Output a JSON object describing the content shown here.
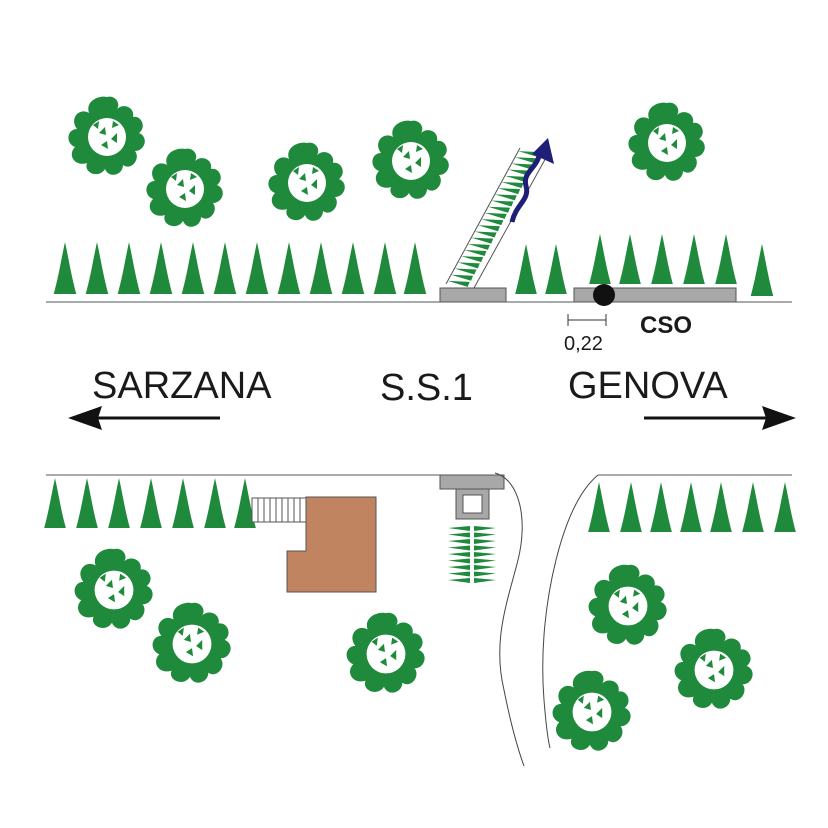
{
  "labels": {
    "sarzana": "SARZANA",
    "road": "S.S.1",
    "genova": "GENOVA",
    "cso": "CSO",
    "distance": "0,22"
  },
  "colors": {
    "vegetation": "#1f8a3c",
    "building": "#c08560",
    "platform": "#a8a8a8",
    "stream_arrow": "#1f1f78",
    "text": "#1a1a1a"
  },
  "icons": {
    "tree": "bush-icon",
    "cypress": "cypress-icon",
    "direction_left": "arrow-left-icon",
    "direction_right": "arrow-right-icon",
    "marker": "cso-marker-icon"
  }
}
